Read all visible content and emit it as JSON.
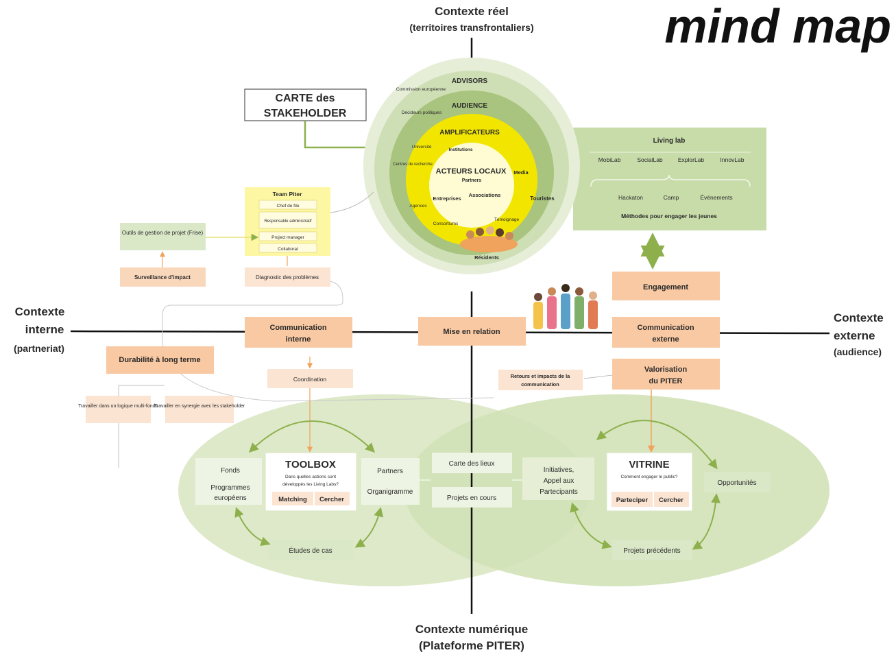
{
  "title": "mind map",
  "axes": {
    "top_line1": "Contexte réel",
    "top_line2": "(territoires transfrontaliers)",
    "left_line1": "Contexte",
    "left_line2": "interne",
    "left_line3": "(partneriat)",
    "right_line1": "Contexte",
    "right_line2": "externe",
    "right_line3": "(audience)",
    "bottom_line1": "Contexte numérique",
    "bottom_line2": "(Plateforme PITER)"
  },
  "stakeholder_card": {
    "line1": "CARTE des",
    "line2": "STAKEHOLDER"
  },
  "rings": {
    "advisors": "ADVISORS",
    "audience": "AUDIENCE",
    "amplificateurs": "AMPLIFICATEURS",
    "acteurs": "ACTEURS LOCAUX",
    "commission": "Commission européenne",
    "decideurs": "Décideurs politiques",
    "institutions": "Institutions",
    "partners": "Partners",
    "universite": "Université",
    "centres": "Centres de recherche",
    "media": "Media",
    "entreprises": "Entreprises",
    "associations": "Associations",
    "agences": "Agences",
    "touristes": "Touristes",
    "consortiums": "Consortiums",
    "temoignage": "Témoignage",
    "residents": "Résidents"
  },
  "living_lab": {
    "title": "Living lab",
    "items": [
      "MobiLab",
      "SocialLab",
      "ExplorLab",
      "InnovLab"
    ],
    "events": [
      "Hackaton",
      "Camp",
      "Événements"
    ],
    "methods": "Méthodes pour engager les jeunes"
  },
  "team_piter": {
    "title": "Team Piter",
    "roles": [
      "Chef de file",
      "Responsable administratif",
      "Project manager",
      "Collaborat"
    ]
  },
  "left_boxes": {
    "outils": "Outils de gestion de projet (Frise)",
    "surveillance": "Surveillance d'impact",
    "diagnostic": "Diagnostic des problèmes",
    "durabilite": "Durabilité à long terme",
    "travailler1": "Travailler dans un logique multi-fonds",
    "travailler2": "Travailler en synergie avec les stakeholder"
  },
  "center_boxes": {
    "comm_interne_1": "Communication",
    "comm_interne_2": "interne",
    "mise_en_relation": "Mise en relation",
    "coordination": "Coordination",
    "engagement": "Engagement",
    "comm_externe_1": "Communication",
    "comm_externe_2": "externe",
    "valorisation_1": "Valorisation",
    "valorisation_2": "du PITER",
    "retours_1": "Retours et impacts de la",
    "retours_2": "communication"
  },
  "toolbox": {
    "title": "TOOLBOX",
    "question_1": "Dans quelles actions sont",
    "question_2": "développés les Living Labs?",
    "btn1": "Matching",
    "btn2": "Cercher",
    "fonds": "Fonds",
    "programmes_1": "Programmes",
    "programmes_2": "européens",
    "partners": "Partners",
    "organigramme": "Organigramme",
    "etudes": "Études de cas"
  },
  "middle": {
    "carte_lieux": "Carte des lieux",
    "projets_cours": "Projets en cours",
    "initiatives_1": "Initiatives,",
    "initiatives_2": "Appel aux",
    "initiatives_3": "Partecipants"
  },
  "vitrine": {
    "title": "VITRINE",
    "question": "Comment engager le public?",
    "btn1": "Parteciper",
    "btn2": "Cercher",
    "opportunites": "Opportunités",
    "projets_precedents": "Projets précédents"
  },
  "colors": {
    "orange": "#f9c9a3",
    "green_light": "#dbe8c8",
    "green_mid": "#a9c47f",
    "yellow": "#f2e600",
    "arrow_green": "#8db04d",
    "arrow_orange": "#f0a35c"
  }
}
